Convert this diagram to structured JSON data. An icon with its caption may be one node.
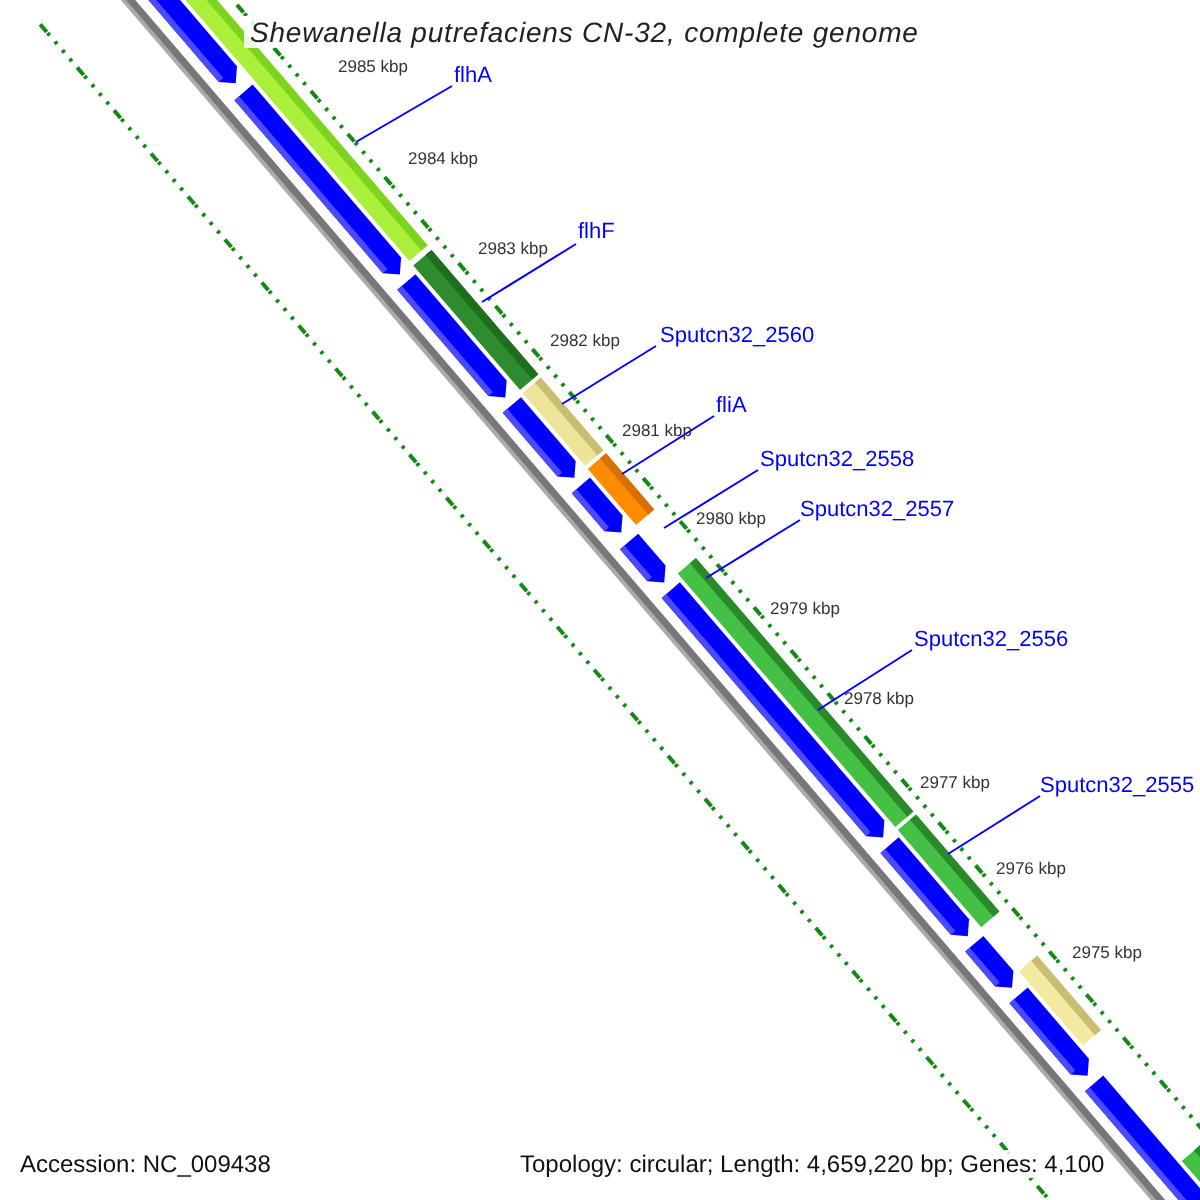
{
  "diagram": {
    "title": "Shewanella putrefaciens CN-32, complete genome",
    "nodes": [
      {
        "text": [
          "flhA"
        ]
      },
      {
        "text": [
          "flhF"
        ]
      },
      {
        "text": [
          "Sputcn32_2560"
        ]
      },
      {
        "text": [
          "fliA"
        ]
      },
      {
        "text": [
          "Sputcn32_2558"
        ]
      },
      {
        "text": [
          "Sputcn32_2557"
        ]
      },
      {
        "text": [
          "Sputcn32_2556"
        ]
      },
      {
        "text": [
          "Sputcn32_2555"
        ]
      }
    ],
    "edges": [
      {
        "from": 0,
        "to": null,
        "arrow": "none"
      },
      {
        "from": 1,
        "to": null,
        "arrow": "none"
      },
      {
        "from": 2,
        "to": null,
        "arrow": "none"
      },
      {
        "from": 3,
        "to": null,
        "arrow": "none"
      },
      {
        "from": 4,
        "to": null,
        "arrow": "none"
      },
      {
        "from": 5,
        "to": null,
        "arrow": "none"
      },
      {
        "from": 6,
        "to": null,
        "arrow": "none"
      },
      {
        "from": 7,
        "to": null,
        "arrow": "none"
      }
    ],
    "labels": [
      "2985 kbp",
      "2984 kbp",
      "2983 kbp",
      "2982 kbp",
      "2981 kbp",
      "2980 kbp",
      "2979 kbp",
      "2978 kbp",
      "2977 kbp",
      "2976 kbp",
      "2975 kbp",
      "Accession: NC_009438",
      "Topology: circular; Length: 4,659,220 bp; Genes: 4,100"
    ]
  }
}
